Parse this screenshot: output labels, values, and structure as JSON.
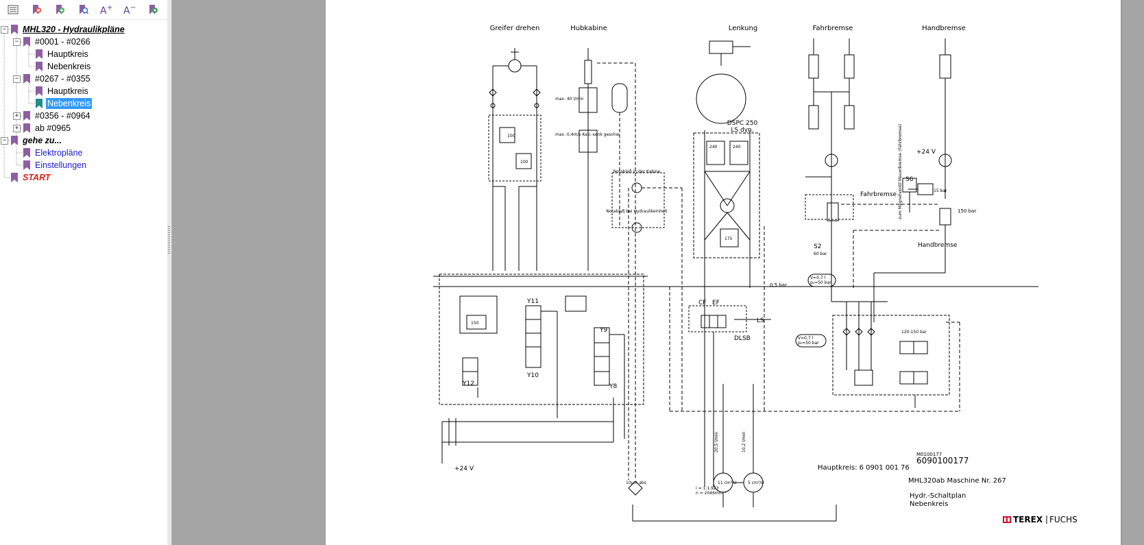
{
  "toolbar": {
    "buttons": [
      {
        "name": "options-menu-icon"
      },
      {
        "name": "delete-bookmark-icon"
      },
      {
        "name": "add-bookmark-icon"
      },
      {
        "name": "find-bookmark-icon"
      },
      {
        "name": "enlarge-text-icon",
        "glyph": "A+"
      },
      {
        "name": "reduce-text-icon",
        "glyph": "A−"
      },
      {
        "name": "bookmark-properties-icon"
      }
    ]
  },
  "tree": {
    "root": "MHL320 -  Hydraulikpläne",
    "g1": "#0001 - #0266",
    "g1_a": "Hauptkreis",
    "g1_b": "Nebenkreis",
    "g2": "#0267 - #0355",
    "g2_a": "Hauptkreis",
    "g2_b": "Nebenkreis",
    "g3": "#0356 - #0964",
    "g4": "ab #0965",
    "goto": "gehe zu...",
    "goto_a": "Elektropläne",
    "goto_b": "Einstellungen",
    "start": "START"
  },
  "schematic": {
    "labels": {
      "greifer": "Greifer drehen",
      "hubkabine": "Hubkabine",
      "lenkung": "Lenkung",
      "fahrbremse": "Fahrbremse",
      "handbremse": "Handbremse",
      "max40": "max. 40 l/min",
      "max04": "max. 0,4m/s Kab.-senk geschw.",
      "notab_kabine": "Notablaß in der Kabine",
      "notab_hydr": "Notablaß bei Hydraulikeinheit",
      "dspc": "DSPC 250",
      "lsdyn": "LS dyn.",
      "v240a": "240",
      "v240b": "240",
      "v175": "175",
      "v100a": "100",
      "v100b": "100",
      "v150": "150",
      "plus24a": "+24 V",
      "plus24b": "+24 V",
      "s6": "S6",
      "s2": "S2",
      "fahrbremse2": "Fahrbremse",
      "handbremse2": "Handbremse",
      "bar150": "150 bar",
      "bar15": "15 bar",
      "bar60": "60 bar",
      "bar05": "0,5 bar",
      "bar120": "120-150 bar",
      "y9": "Y9",
      "y8": "Y8",
      "y10": "Y10",
      "y11": "Y11",
      "y12": "Y12",
      "dlsb": "DLSB",
      "ls": "LS",
      "cf": "CF",
      "ef": "EF",
      "filter": "10µm abs",
      "pump1": "11 cm³/U",
      "pump2": "5 cm³/U",
      "ratio": "i = 1:1,923",
      "rpm": "n = 2046min⁻¹",
      "flow1": "20,5 l/min",
      "flow2": "10,2 l/min",
      "acc1": "V=0,7 l",
      "acc1b": "p₀=50 bar",
      "acc2": "V=0,7 l",
      "acc2b": "p₀=50 bar",
      "hauptkreis": "Hauptkreis: 6 0901 001 76",
      "docno_small": "M0100177",
      "docno": "6090100177",
      "machine": "MHL320ab Maschine Nr. 267",
      "title1": "Hydr.-Schaltplan",
      "title2": "Nebenkreis",
      "brand_a": "TEREX",
      "brand_b": "FUCHS",
      "wire_note": "zum Magnetventil Mauerbremse (Fahrbremse)"
    }
  }
}
